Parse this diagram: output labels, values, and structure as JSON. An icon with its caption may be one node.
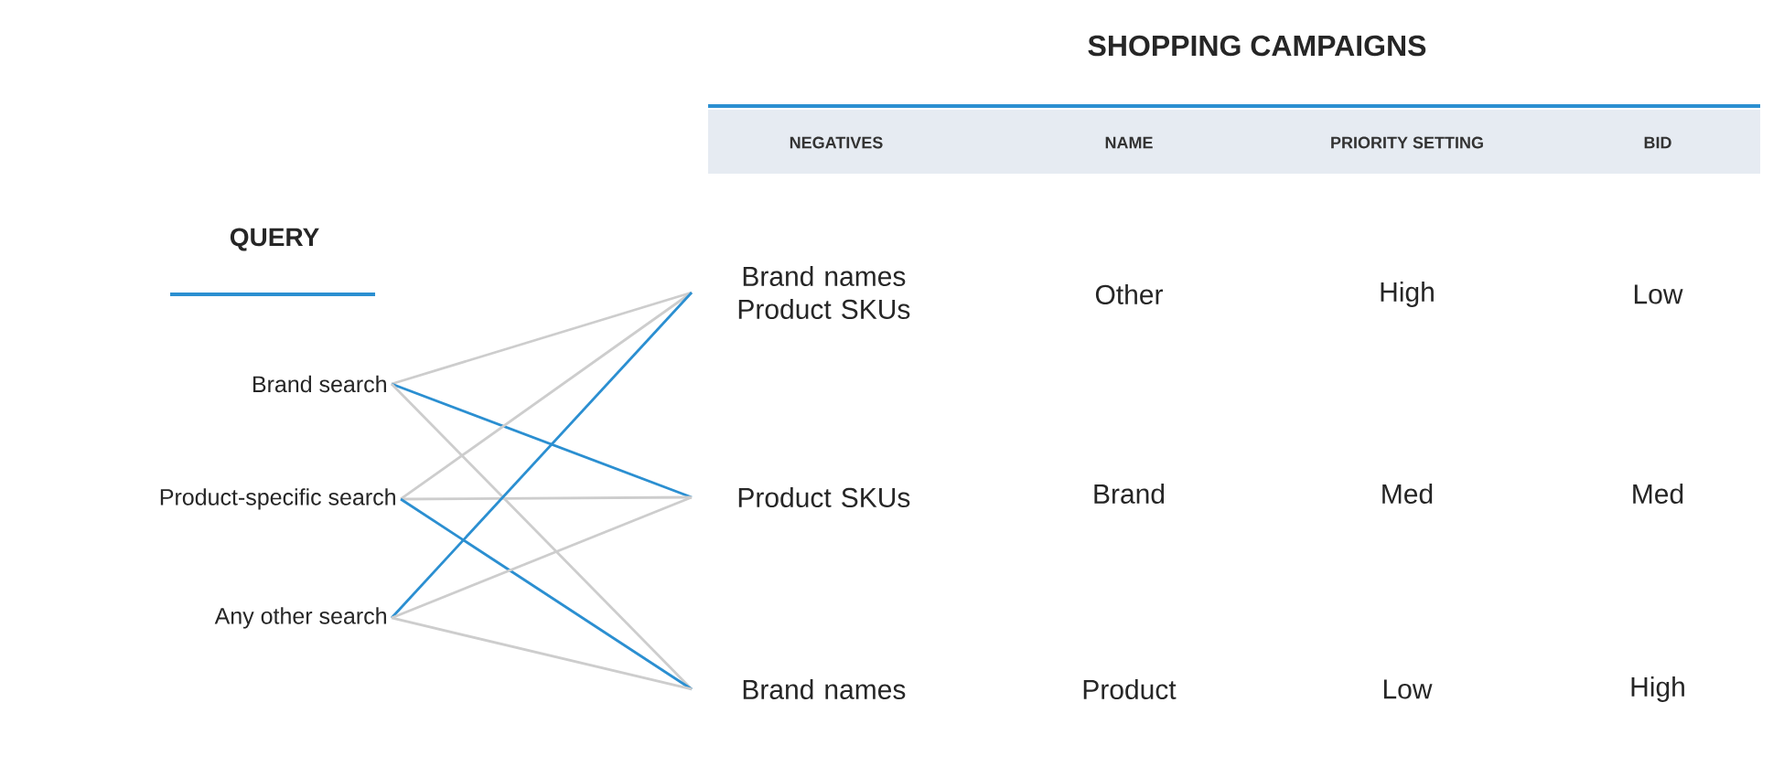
{
  "diagram": {
    "title": "SHOPPING CAMPAIGNS",
    "nodes": [
      {
        "text": [
          "Brand search"
        ]
      },
      {
        "text": [
          "Product-specific search"
        ]
      },
      {
        "text": [
          "Any other search"
        ]
      },
      {
        "text": [
          "Brand names Product SKUs"
        ]
      },
      {
        "text": [
          "Product SKUs"
        ]
      },
      {
        "text": [
          "Brand names"
        ]
      }
    ],
    "edges": [
      {
        "from": 0,
        "to": 3,
        "arrow": "none"
      },
      {
        "from": 0,
        "to": 4,
        "arrow": "none",
        "color": "#2b8fd1"
      },
      {
        "from": 0,
        "to": 5,
        "arrow": "none"
      },
      {
        "from": 1,
        "to": 3,
        "arrow": "none"
      },
      {
        "from": 1,
        "to": 4,
        "arrow": "none"
      },
      {
        "from": 1,
        "to": 5,
        "arrow": "none",
        "color": "#2b8fd1"
      },
      {
        "from": 2,
        "to": 3,
        "arrow": "none",
        "color": "#2b8fd1"
      },
      {
        "from": 2,
        "to": 4,
        "arrow": "none"
      },
      {
        "from": 2,
        "to": 5,
        "arrow": "none"
      }
    ],
    "labels": [
      "QUERY",
      "NEGATIVES",
      "NAME",
      "PRIORITY SETTING",
      "BID",
      "Other",
      "High",
      "Low",
      "Brand",
      "Med",
      "Med",
      "Product",
      "Low",
      "High"
    ]
  }
}
